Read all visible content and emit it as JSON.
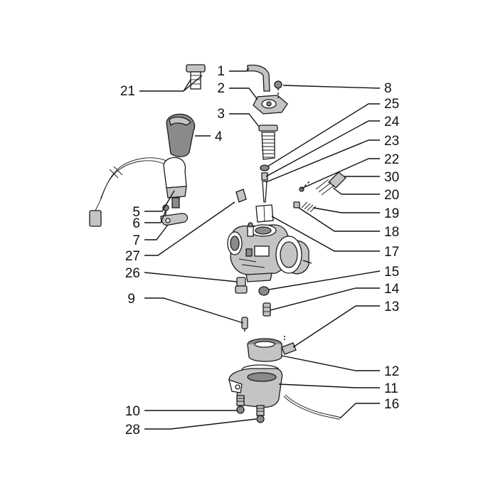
{
  "callouts": [
    "1",
    "2",
    "3",
    "4",
    "5",
    "6",
    "7",
    "8",
    "9",
    "10",
    "11",
    "12",
    "13",
    "14",
    "15",
    "16",
    "17",
    "18",
    "19",
    "20",
    "21",
    "22",
    "23",
    "24",
    "25",
    "26",
    "27",
    "28",
    "30"
  ]
}
